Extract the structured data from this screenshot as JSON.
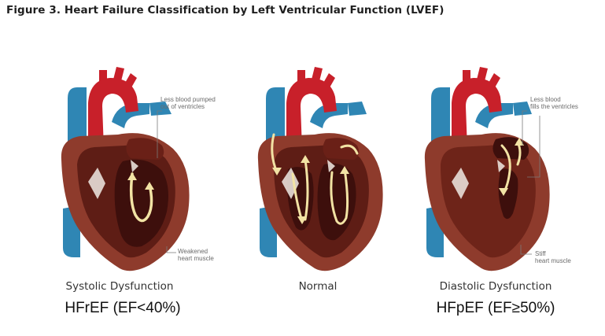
{
  "figure": {
    "title": "Figure 3. Heart Failure Classification by Left Ventricular Function (LVEF)"
  },
  "panels": [
    {
      "label": "Systolic Dysfunction",
      "code": "HFrEF (EF<40%)",
      "callout_top": "Less blood pumped\nout of ventricles",
      "callout_bottom": "Weakened\nheart muscle"
    },
    {
      "label": "Normal",
      "code": "",
      "callout_top": "",
      "callout_bottom": ""
    },
    {
      "label": "Diastolic Dysfunction",
      "code": "HFpEF (EF≥50%)",
      "callout_top": "Less blood\nfills the ventricles",
      "callout_bottom": "Stiff\nheart muscle"
    }
  ],
  "colors": {
    "aorta_red": "#c8202a",
    "vein_blue": "#2f86b4",
    "muscle": "#8e3b2c",
    "muscle_dark": "#5e1d15",
    "chamber": "#3d0f0c",
    "valve": "#e8dfd8",
    "flow_arrow": "#f2e3a4",
    "callout_line": "#7a7a7a"
  }
}
